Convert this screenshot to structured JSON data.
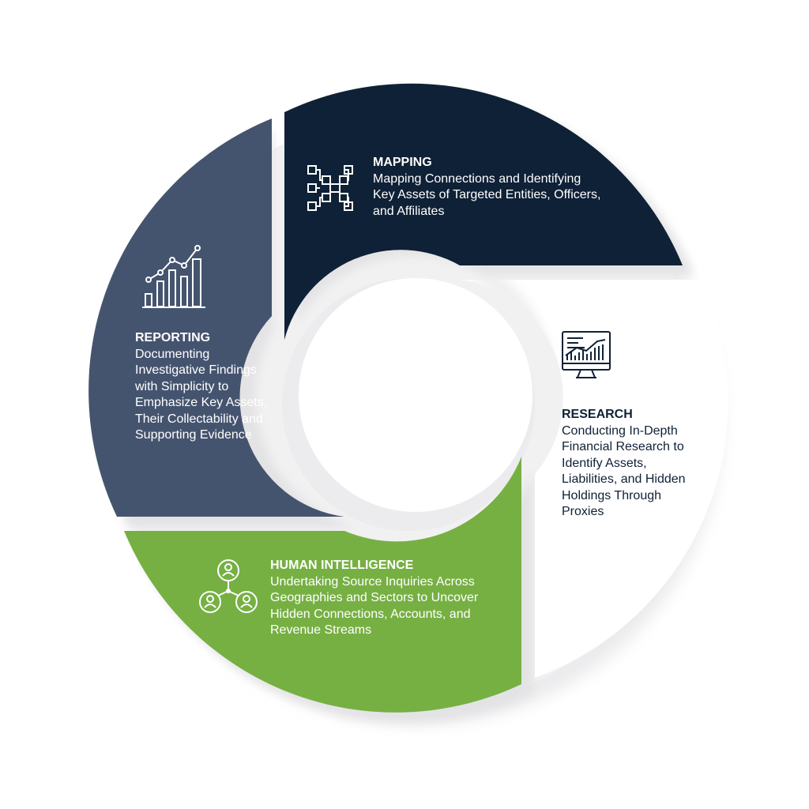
{
  "colors": {
    "mapping": "#0f2136",
    "reporting": "#45546e",
    "research": "#ffffff",
    "human_intelligence": "#76b043",
    "shadow": "#e7e7e9"
  },
  "segments": {
    "mapping": {
      "title": "MAPPING",
      "description": "Mapping Connections and Identifying Key Assets of Targeted Entities, Officers, and Affiliates",
      "icon": "network-map-icon"
    },
    "reporting": {
      "title": "REPORTING",
      "description": "Documenting Investigative Findings with Simplicity to Emphasize Key Assets, Their Collectability and Supporting Evidence",
      "icon": "bar-chart-growth-icon"
    },
    "research": {
      "title": "RESEARCH",
      "description": "Conducting In-Depth Financial Research to Identify Assets, Liabilities, and Hidden Holdings Through Proxies",
      "icon": "monitor-chart-icon"
    },
    "human_intelligence": {
      "title": "HUMAN INTELLIGENCE",
      "description": "Undertaking Source Inquiries Across Geographies and Sectors to Uncover Hidden Connections, Accounts, and Revenue Streams",
      "icon": "people-network-icon"
    }
  }
}
